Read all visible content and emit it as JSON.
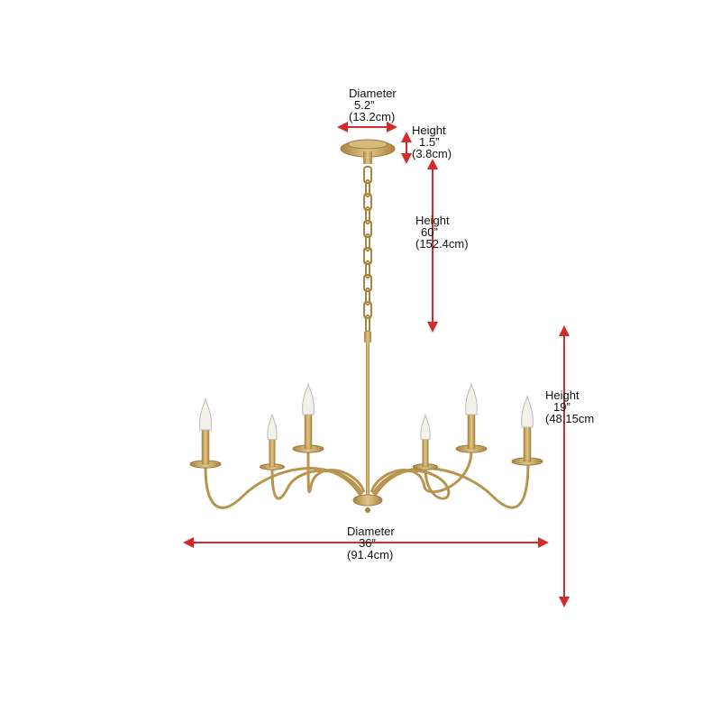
{
  "colors": {
    "brass": "#c9a463",
    "brass_dark": "#9c7a3c",
    "arrow": "#d42a2a"
  },
  "dimensions": {
    "canopy_diameter": {
      "label": "Diameter",
      "imperial": "5.2”",
      "metric": "(13.2cm)"
    },
    "canopy_height": {
      "label": "Height",
      "imperial": "1.5”",
      "metric": "(3.8cm)"
    },
    "chain_height": {
      "label": "Height",
      "imperial": "60”",
      "metric": "(152.4cm)"
    },
    "fixture_height": {
      "label": "Height",
      "imperial": "19”",
      "metric": "(48.15cm"
    },
    "fixture_diameter": {
      "label": "Diameter",
      "imperial": "36”",
      "metric": "(91.4cm)"
    }
  }
}
